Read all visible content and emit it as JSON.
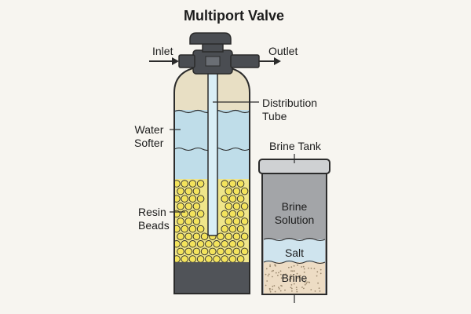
{
  "diagram": {
    "title": "Multiport Valve",
    "inlet": "Inlet",
    "outlet": "Outlet",
    "distribution_tube_line1": "Distribution",
    "distribution_tube_line2": "Tube",
    "water_softer_line1": "Water",
    "water_softer_line2": "Softer",
    "resin_beads_line1": "Resin",
    "resin_beads_line2": "Beads",
    "brine_tank": "Brine Tank",
    "brine_solution_line1": "Brine",
    "brine_solution_line2": "Solution",
    "salt": "Salt",
    "brine": "Brine"
  },
  "colors": {
    "outline": "#2b2b2b",
    "valve": "#4a4d52",
    "tank_top": "#e8dfc4",
    "water": "#bfdde9",
    "resin": "#efe58a",
    "tank_base": "#505358",
    "brine_tank_body": "#a3a5a8",
    "salt_layer": "#cfe4ee",
    "brine_layer": "#eddcc4"
  }
}
